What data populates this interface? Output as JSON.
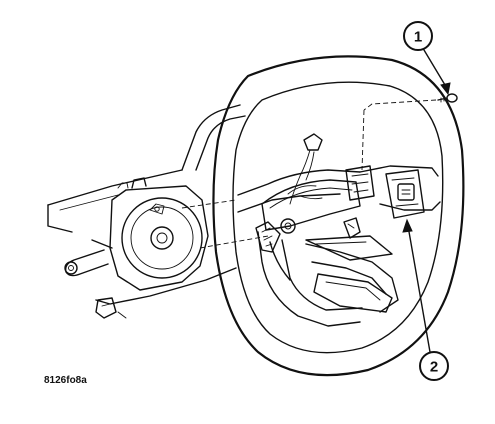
{
  "callouts": [
    {
      "label": "1"
    },
    {
      "label": "2"
    }
  ],
  "figure_code": "8126fo8a"
}
